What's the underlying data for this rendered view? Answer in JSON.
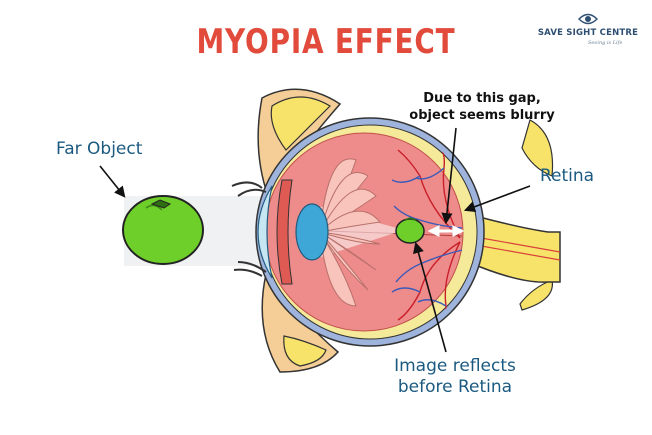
{
  "header": {
    "title": "MYOPIA EFFECT"
  },
  "brand": {
    "name": "SAVE SIGHT CENTRE",
    "tagline": "Seeing is Life",
    "icon": "eye-logo-icon"
  },
  "labels": {
    "far_object": "Far Object",
    "retina": "Retina",
    "image_reflects_line1": "Image reflects",
    "image_reflects_line2": "before Retina",
    "gap_note_line1": "Due to this gap,",
    "gap_note_line2": "object seems blurry"
  },
  "colors": {
    "title": "#e24b3c",
    "label_text": "#1b5a80",
    "apple_green": "#6fcf2a",
    "eyeball_red": "#ee8b8b",
    "sclera_blue": "#9fb4dc",
    "choroid_yellow": "#f5e99a",
    "lens_petal": "#f8c4bc",
    "cornea_blue": "#3fa6d8",
    "gap_arrow": "#ffffff"
  }
}
